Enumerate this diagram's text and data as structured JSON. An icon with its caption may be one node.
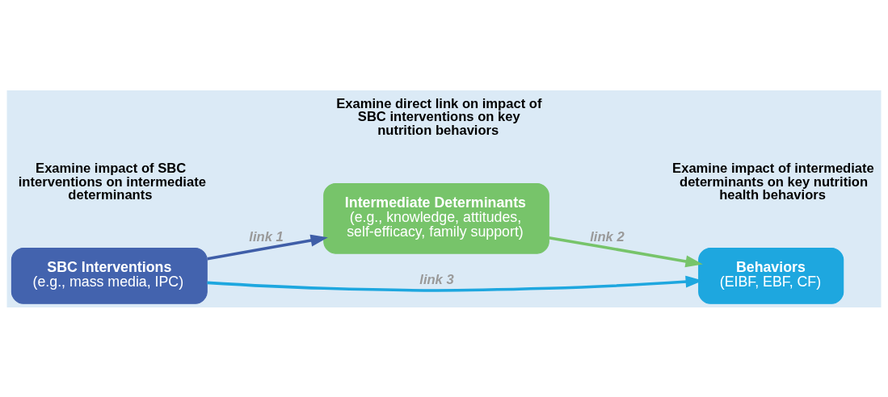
{
  "diagram": {
    "nodes": [
      {
        "text": [
          "Intermediate Determinants",
          "(e.g., knowledge, attitudes, self-efficacy, family support)"
        ]
      },
      {
        "text": [
          "SBC Interventions",
          "(e.g., mass media, IPC)"
        ]
      },
      {
        "text": [
          "Behaviors",
          "(EIBF, EBF, CF)"
        ]
      }
    ],
    "edges": [
      {
        "from": 1,
        "to": 0,
        "arrow": "to",
        "label": "link 1",
        "color": "#3f5ea8"
      },
      {
        "from": 0,
        "to": 2,
        "arrow": "to",
        "label": "link 2",
        "color": "#77c46a"
      },
      {
        "from": 1,
        "to": 2,
        "arrow": "to",
        "label": "link 3",
        "color": "#1ea7df"
      }
    ],
    "labels": [
      "Examine impact of SBC interventions on intermediate determinants",
      "Examine impact of intermediate determinants on key nutrition health behaviors",
      "Examine direct link on impact of SBC interventions on key nutrition behaviors"
    ]
  }
}
